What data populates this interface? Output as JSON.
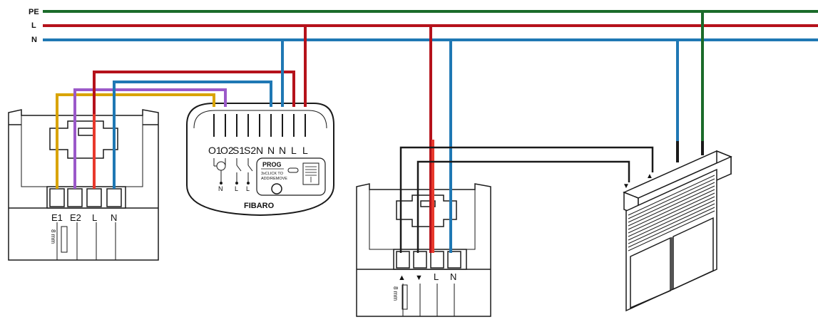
{
  "bus": {
    "pe_label": "PE",
    "l_label": "L",
    "n_label": "N"
  },
  "colors": {
    "pe": "#1b6b2a",
    "l": "#b5121b",
    "l_bright": "#e8392c",
    "n": "#1f78b4",
    "e1": "#d9a400",
    "e2": "#9b59c9",
    "black": "#1a1a1a"
  },
  "left_switch": {
    "terminal_e1": "E1",
    "terminal_e2": "E2",
    "terminal_l": "L",
    "terminal_n": "N",
    "strip_length": "8 mm"
  },
  "fibaro": {
    "terminal_labels": [
      "O1",
      "O2",
      "S1",
      "S2",
      "N",
      "N",
      "N",
      "L",
      "L"
    ],
    "sub_n": "N",
    "sub_l1": "L",
    "sub_l2": "L",
    "prog_title": "PROG",
    "prog_line1": "3xCLICK TO",
    "prog_line2": "ADD/REMOVE",
    "brand": "FIBARO"
  },
  "right_switch": {
    "terminal_up": "▲",
    "terminal_down": "▼",
    "terminal_l": "L",
    "terminal_n": "N",
    "strip_length": "8 mm"
  },
  "shutter": {
    "up_marker": "▲",
    "down_marker": "▼"
  }
}
